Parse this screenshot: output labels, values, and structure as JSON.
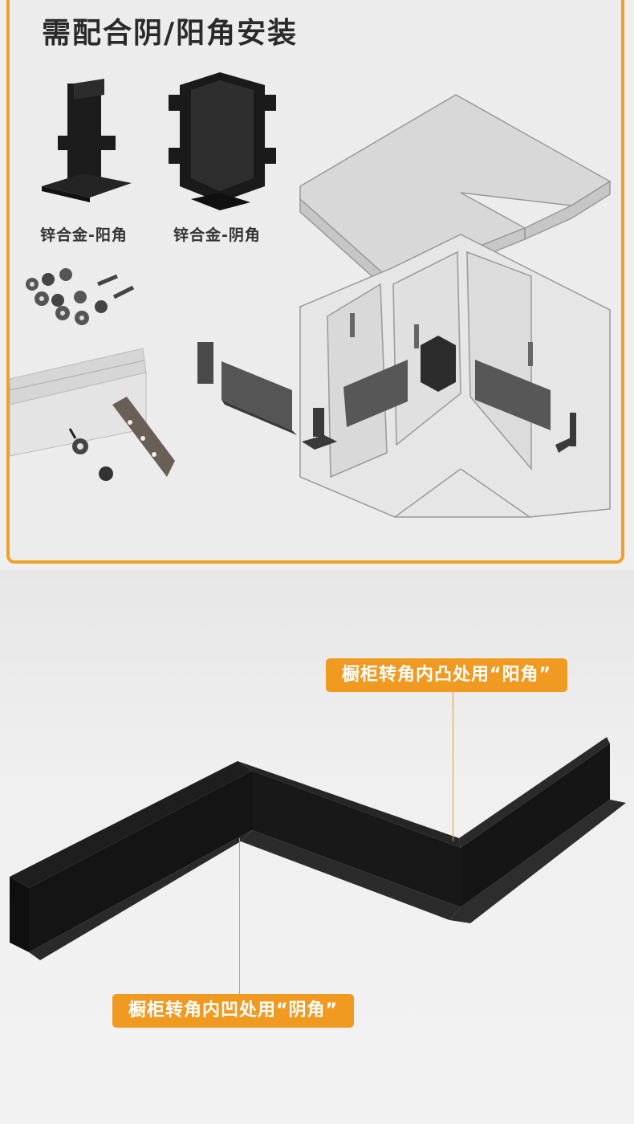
{
  "heading": "需配合阴/阳角安装",
  "parts": [
    {
      "caption": "锌合金-阳角"
    },
    {
      "caption": "锌合金-阴角"
    }
  ],
  "callouts": {
    "outer": "橱柜转角内凸处用“阳角”",
    "inner": "橱柜转角内凹处用“阴角”"
  },
  "colors": {
    "accent": "#f0a128",
    "part": "#1b1b1b",
    "background": "#ececec"
  }
}
